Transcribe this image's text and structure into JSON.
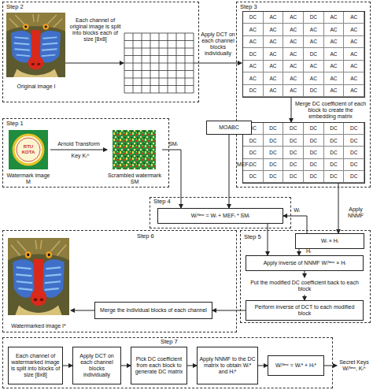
{
  "diagram": {
    "nodes": [
      {
        "text": [
          "Step 2"
        ]
      },
      {
        "text": [
          "Original image I"
        ],
        "in": 0
      },
      {
        "text": [
          "Step 3"
        ]
      },
      {
        "text": [
          "DC",
          "AC",
          "AC",
          "DC",
          "AC",
          "AC",
          "AC",
          "AC",
          "AC",
          "AC",
          "AC",
          "AC",
          "AC",
          "AC",
          "AC",
          "AC",
          "AC",
          "AC",
          "DC",
          "AC",
          "AC",
          "DC",
          "AC",
          "AC",
          "AC",
          "AC",
          "AC",
          "AC",
          "AC",
          "AC",
          "AC",
          "AC",
          "AC",
          "AC",
          "AC",
          "AC",
          "DC",
          "AC",
          "AC",
          "DC",
          "AC",
          "AC"
        ],
        "in": 2
      },
      {
        "text": [
          "DC",
          "DC",
          "DC",
          "DC",
          "DC",
          "DC",
          "DC",
          "DC",
          "DC",
          "DC",
          "DC",
          "DC",
          "DC",
          "DC",
          "DC",
          "DC",
          "DC",
          "DC",
          "DC",
          "DC",
          "DC",
          "DC",
          "DC",
          "DC",
          "DC",
          "DC",
          "DC",
          "DC",
          "DC",
          "DC"
        ],
        "in": 2
      },
      {
        "text": [
          "Step 1"
        ]
      },
      {
        "text": [
          "RTU KOTA",
          "Watermark image M"
        ],
        "in": 5
      },
      {
        "text": [
          "Scrambled watermark SM"
        ],
        "in": 5
      },
      {
        "text": [
          "MOABC"
        ]
      },
      {
        "text": [
          "Step 4"
        ]
      },
      {
        "text": [
          "Wᵢᴺᵉʷ = Wᵢ + MEFᵢ * SMᵢ"
        ],
        "in": 9
      },
      {
        "text": [
          "Step 5"
        ]
      },
      {
        "text": [
          "Wᵢ × Hᵢ"
        ],
        "in": 11
      },
      {
        "text": [
          "Apply inverse of NNMF Wᵢᴺᵉʷ × Hᵢ"
        ],
        "in": 11
      },
      {
        "text": [
          "Put the modified DC coefficient back to each block"
        ],
        "in": 11
      },
      {
        "text": [
          "Perform inverse of DCT to each modified block"
        ],
        "in": 11
      },
      {
        "text": [
          "Step 6"
        ]
      },
      {
        "text": [
          "Watermarked image I*"
        ],
        "in": 16
      },
      {
        "text": [
          "Merge the individual blocks of each channel"
        ],
        "in": 16
      },
      {
        "text": [
          "Step 7"
        ]
      },
      {
        "text": [
          "Each channel of watermarked image is split into blocks of size [8x8]"
        ],
        "in": 19
      },
      {
        "text": [
          "Apply DCT on each channel blocks individually"
        ],
        "in": 19
      },
      {
        "text": [
          "Pick DC coefficient from each block to generate DC matrix"
        ],
        "in": 19
      },
      {
        "text": [
          "Apply NNMF to the DC matrix to obtain Wᵢ* and Hᵢ*"
        ],
        "in": 19
      },
      {
        "text": [
          "Wᵢᴺᵉʷ = Wᵢ* + Hᵢ*"
        ],
        "in": 19
      },
      {
        "text": [
          "Secret Keys",
          "Wᵢᴺᵉʷ, Kᵢᴬ"
        ]
      }
    ],
    "edges": [
      {
        "from": 3,
        "to": 4,
        "arrow": "to",
        "label": "Merge DC coefficient of each block to create the embedding matrix"
      },
      {
        "from": 4,
        "to": 12,
        "arrow": "to",
        "label": "Apply NNMF"
      },
      {
        "from": 6,
        "to": 7,
        "arrow": "to",
        "label": "Arnold Transform"
      },
      {
        "from": 7,
        "to": 10,
        "arrow": "to",
        "label": "SMᵢ"
      },
      {
        "from": 8,
        "to": 10,
        "arrow": "to",
        "label": "MEFᵢ"
      },
      {
        "from": 12,
        "to": 10,
        "arrow": "to",
        "label": "Wᵢ"
      },
      {
        "from": 12,
        "to": 13,
        "arrow": "to",
        "label": "Hᵢ"
      },
      {
        "from": 10,
        "to": 13,
        "arrow": "to"
      },
      {
        "from": 13,
        "to": 14,
        "arrow": "to"
      },
      {
        "from": 14,
        "to": 15,
        "arrow": "to"
      },
      {
        "from": 15,
        "to": 18,
        "arrow": "to"
      },
      {
        "from": 18,
        "to": 17,
        "arrow": "to"
      },
      {
        "from": 20,
        "to": 21,
        "arrow": "to"
      },
      {
        "from": 21,
        "to": 22,
        "arrow": "to"
      },
      {
        "from": 22,
        "to": 23,
        "arrow": "to"
      },
      {
        "from": 23,
        "to": 24,
        "arrow": "to"
      },
      {
        "from": 24,
        "to": 25,
        "arrow": "to"
      }
    ],
    "labels": [
      "Each channel of original image is split into blocks each of size [8x8]",
      "Apply DCT on each channel blocks individually",
      "Key Kᵢᴬ"
    ]
  }
}
